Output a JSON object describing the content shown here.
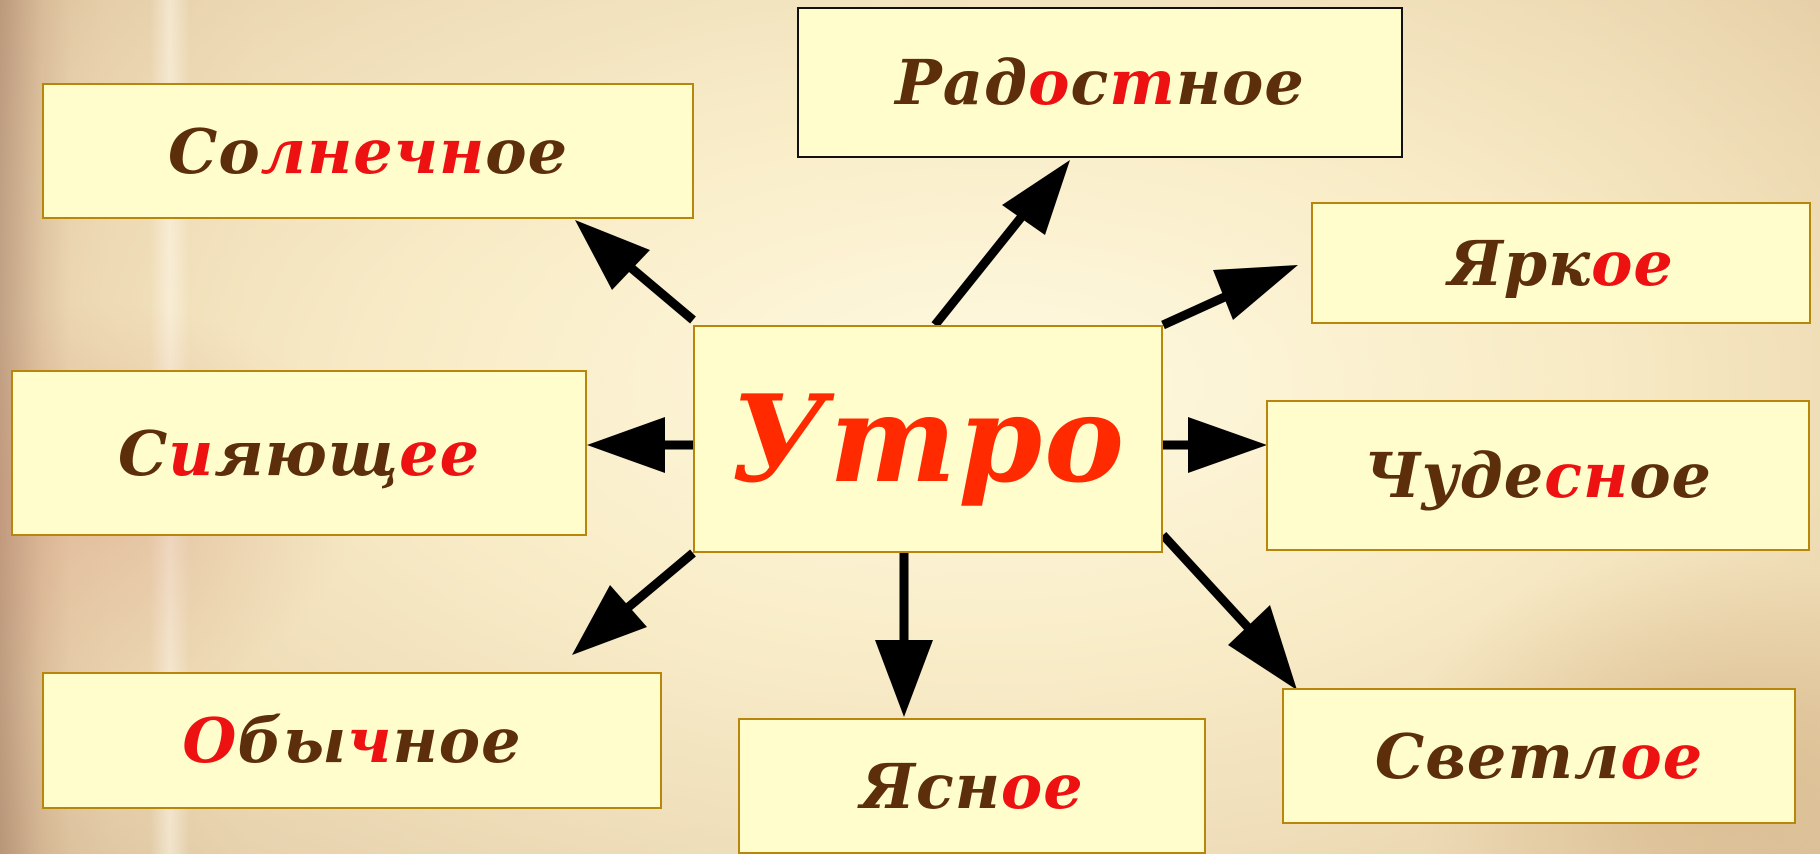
{
  "center": {
    "text": [
      {
        "t": "Утро",
        "red": true
      }
    ]
  },
  "words": {
    "solnechnoe": [
      {
        "t": "Со",
        "red": false
      },
      {
        "t": "лнечн",
        "red": true
      },
      {
        "t": "ое",
        "red": false
      }
    ],
    "radostnoe": [
      {
        "t": "Рад",
        "red": false
      },
      {
        "t": "о",
        "red": true
      },
      {
        "t": "с",
        "red": false
      },
      {
        "t": "т",
        "red": true
      },
      {
        "t": "ное",
        "red": false
      }
    ],
    "yarkoe": [
      {
        "t": "Ярк",
        "red": false
      },
      {
        "t": "ое",
        "red": true
      }
    ],
    "siyayushchee": [
      {
        "t": "С",
        "red": false
      },
      {
        "t": "и",
        "red": true
      },
      {
        "t": "яющ",
        "red": false
      },
      {
        "t": "ее",
        "red": true
      }
    ],
    "chudesnoe": [
      {
        "t": "Чуде",
        "red": false
      },
      {
        "t": "сн",
        "red": true
      },
      {
        "t": "ое",
        "red": false
      }
    ],
    "obychnoe": [
      {
        "t": "О",
        "red": true
      },
      {
        "t": "бы",
        "red": false
      },
      {
        "t": "ч",
        "red": true
      },
      {
        "t": "ное",
        "red": false
      }
    ],
    "yasnoe": [
      {
        "t": "Ясн",
        "red": false
      },
      {
        "t": "ое",
        "red": true
      }
    ],
    "svetloe": [
      {
        "t": "Светл",
        "red": false
      },
      {
        "t": "ое",
        "red": true
      }
    ]
  },
  "colors": {
    "box_fill": "#fffdcc",
    "box_border": "#b8860b",
    "text_brown": "#5c2e0a",
    "text_red": "#ee1111",
    "center_red": "#ff2a00",
    "arrow": "#000000"
  }
}
